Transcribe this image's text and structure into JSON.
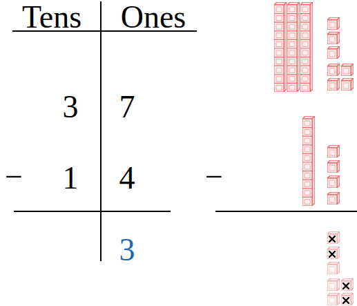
{
  "diagram": {
    "labels": [
      "Tens",
      "Ones",
      "3",
      "7",
      "−",
      "1",
      "4",
      "−",
      "3"
    ]
  }
}
